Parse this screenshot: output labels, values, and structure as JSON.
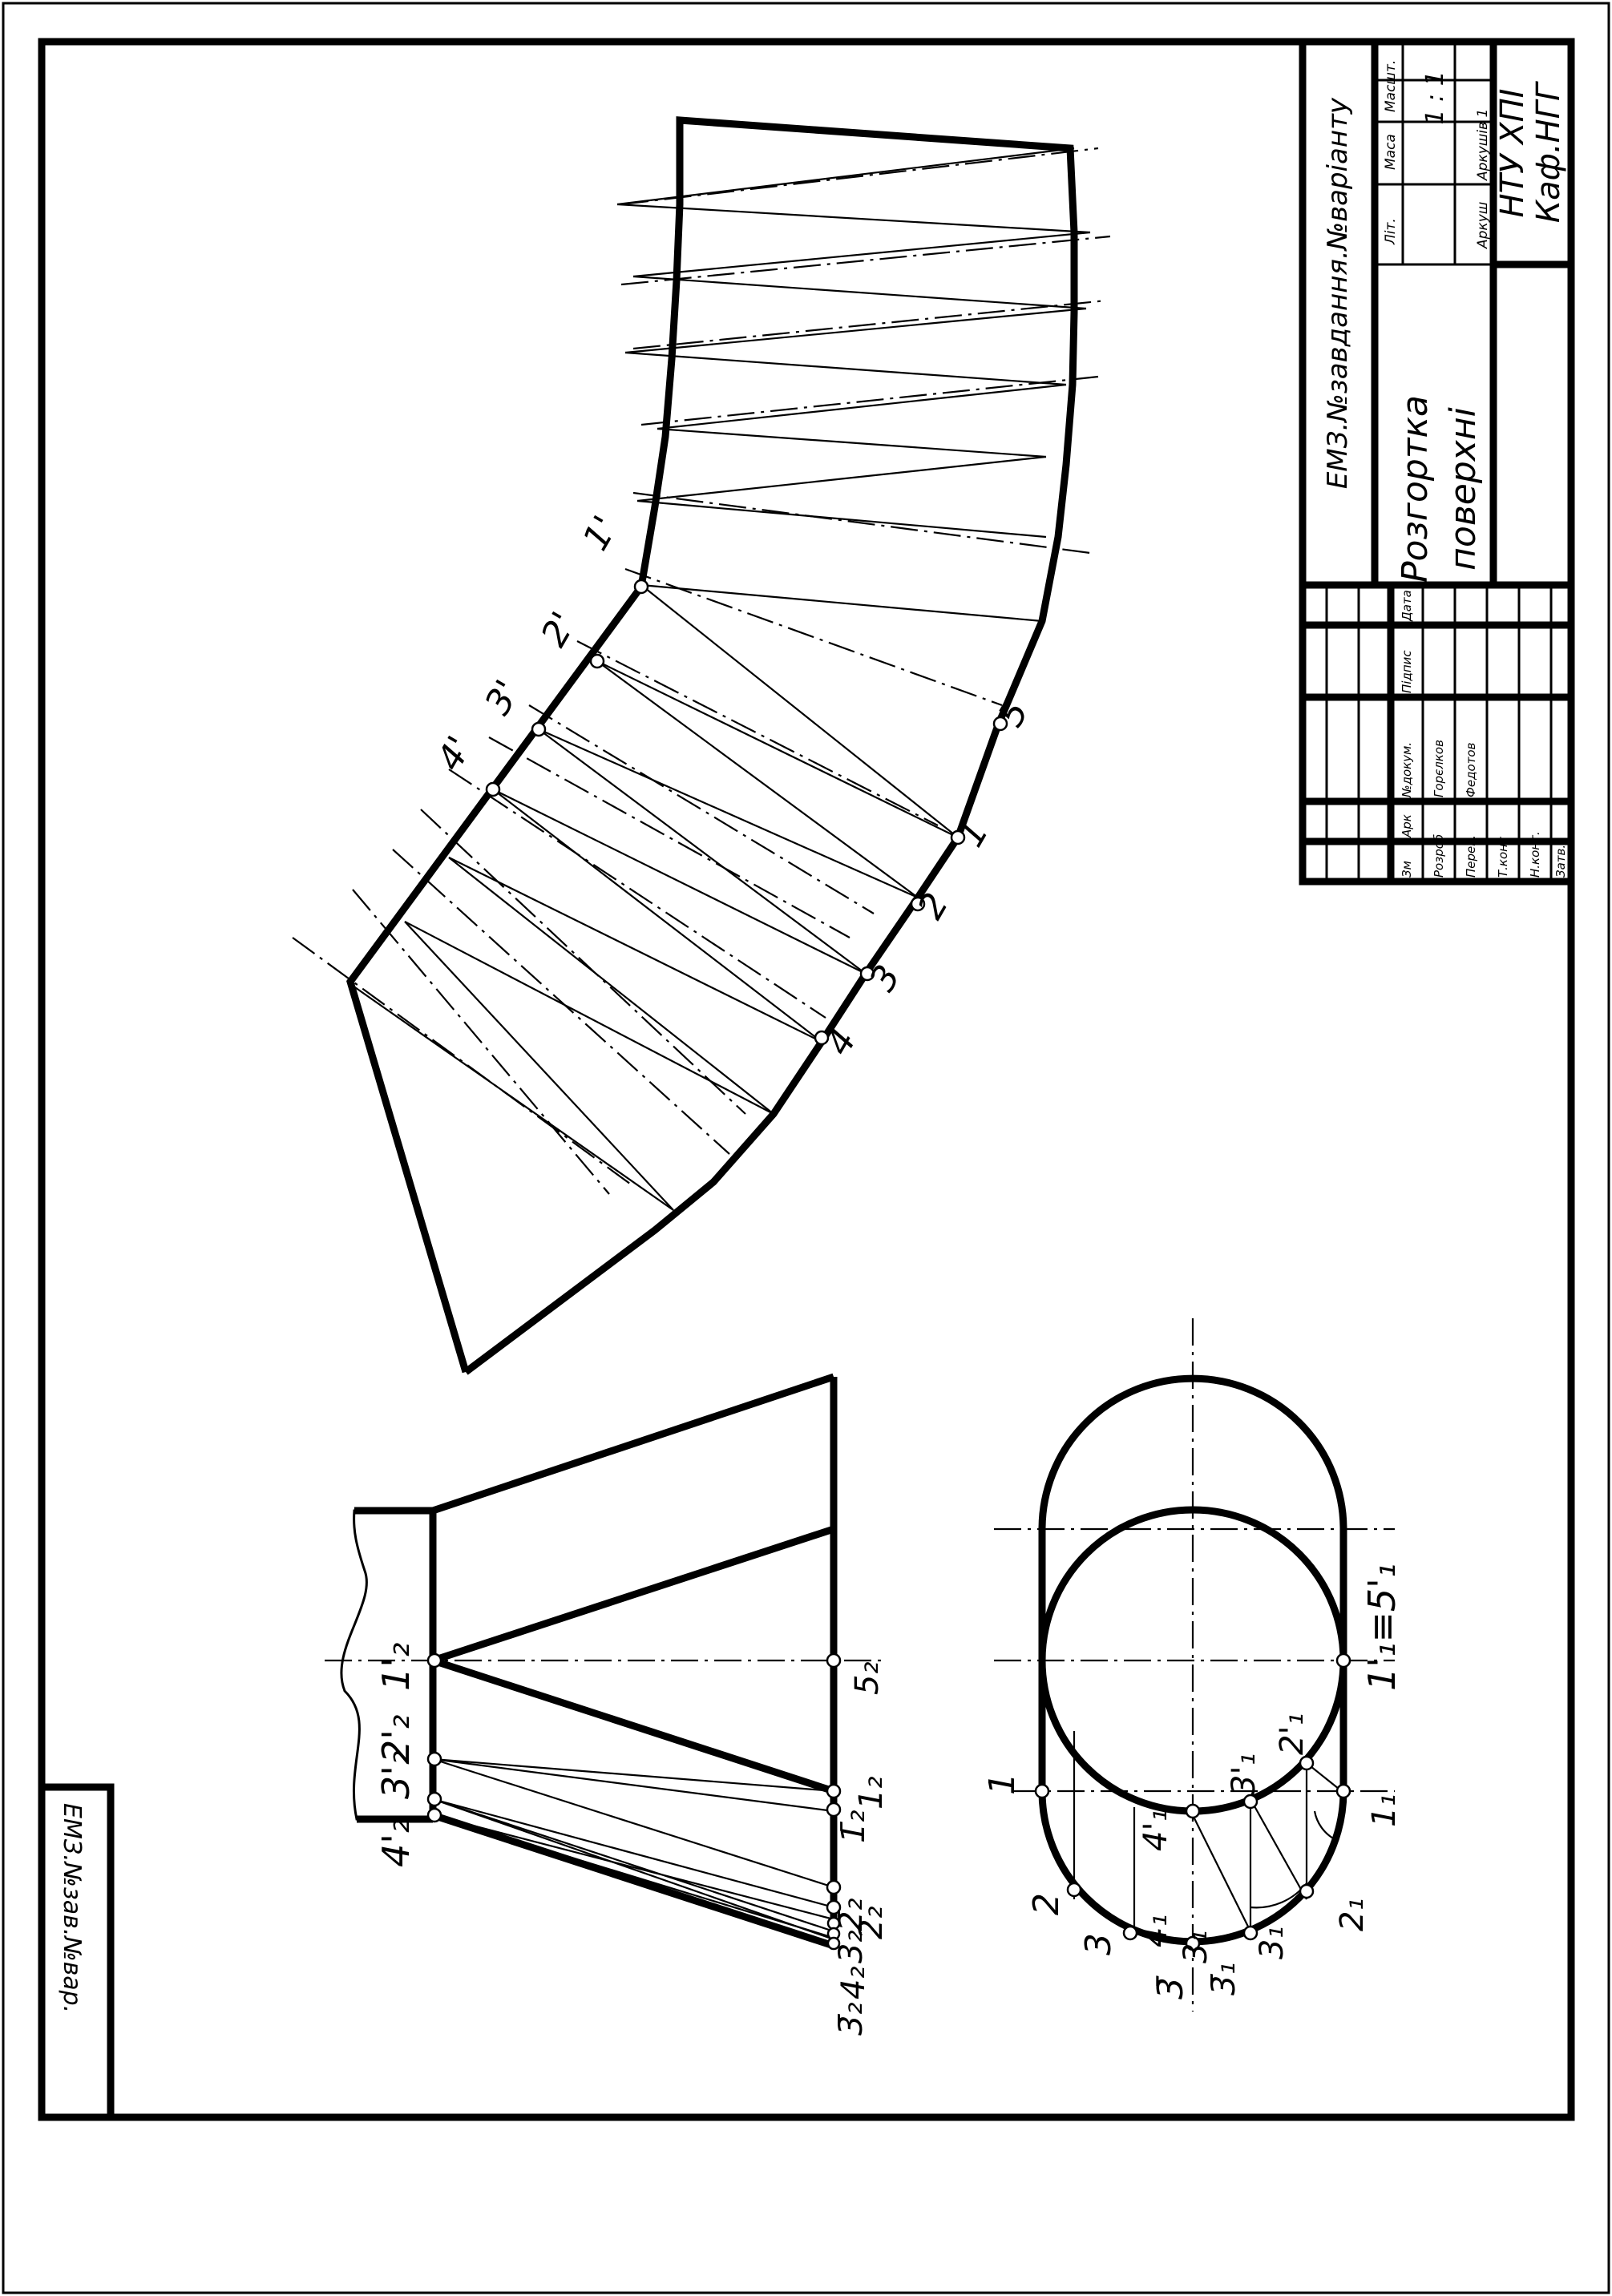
{
  "stamp": {
    "doc_code": "ЕМЗ.№завдання.№варіанту",
    "title_line1": "Розгортка",
    "title_line2": "поверхні",
    "lit_label": "Літ.",
    "mass_label": "Маса",
    "scale_label": "Масшт.",
    "scale_value": "1 : 1",
    "sheet_label": "Аркуш",
    "sheets_label": "Аркушів 1",
    "org_line1": "НТУ ХПІ",
    "org_line2": "Каф.НГГ",
    "headers": {
      "zm": "Зм",
      "ark": "Арк",
      "doc_no": "№докум.",
      "sign": "Підпис",
      "date": "Дата"
    },
    "roles": {
      "developed": "Розроб",
      "checked": "Перев.",
      "tech": "Т.конт",
      "norm": "Н.конт.",
      "approved": "Затв."
    },
    "names": {
      "developed": "Горєлков",
      "checked": "Федотов"
    }
  },
  "corner_code": "ЕМЗ.№зав.№вар.",
  "development_labels": {
    "p1": "1'",
    "p2": "2'",
    "p3": "3'",
    "p4": "4'",
    "q5": "5",
    "q1": "1",
    "q2": "2",
    "q3": "3",
    "q4": "4"
  },
  "front_labels": {
    "n12": "1'₂",
    "n22": "2'₂",
    "n32": "3'₂",
    "n42": "4'₂",
    "f5": "5₂",
    "f1": "1₂",
    "f1b": "1̄₂",
    "f2": "2₂",
    "f2b": "2̄₂",
    "f3": "3₂",
    "f4": "4₂",
    "f3b": "3̄₂"
  },
  "top_labels": {
    "t1": "1",
    "t2": "2",
    "t3": "3",
    "t3b": "3̄",
    "t41": "4₁",
    "t41p": "4'₁",
    "t31p": "3'₁",
    "t21p": "2'₁",
    "t11": "1₁",
    "t21": "2₁",
    "t31": "3₁",
    "t31b": "3̄₁",
    "t31c": "3₁",
    "t_eq": "1'₁≡5'₁"
  }
}
